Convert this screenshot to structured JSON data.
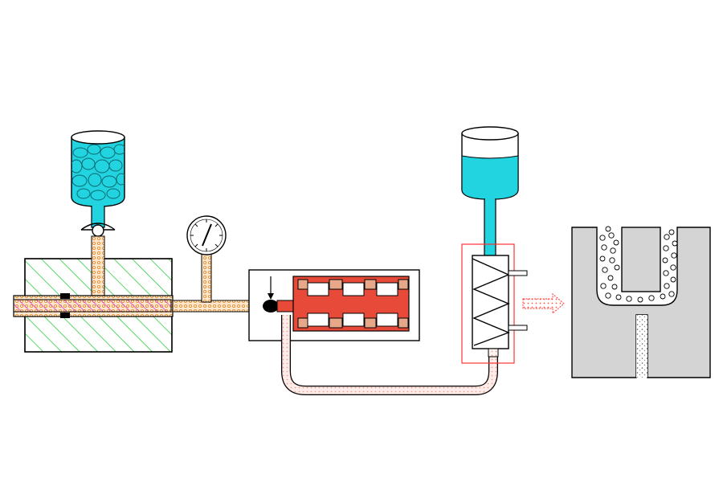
{
  "diagram": {
    "background": "#ffffff",
    "colors": {
      "outline": "#000000",
      "cyan_fluid": "#22d3e0",
      "hatch_green": "#2ecc40",
      "hatch_magenta": "#e040e0",
      "pipe_orange": "#f0a050",
      "red_block": "#e84a3a",
      "salmon_pad": "#e7a789",
      "hose_pink": "#f4c8c0",
      "housing_red": "#ff3333",
      "grey_panel": "#d0d0d0"
    },
    "components": [
      {
        "id": "particle-hopper",
        "icon": "beaker-with-particles"
      },
      {
        "id": "check-valve",
        "icon": "valve-ball"
      },
      {
        "id": "hatched-die-block",
        "icon": "hatched-block"
      },
      {
        "id": "pressure-gauge",
        "icon": "dial-gauge"
      },
      {
        "id": "manifold-block",
        "icon": "red-manifold"
      },
      {
        "id": "return-hose",
        "icon": "u-hose"
      },
      {
        "id": "liquid-reservoir",
        "icon": "beaker-with-liquid"
      },
      {
        "id": "screw-mixer",
        "icon": "screw-auger"
      },
      {
        "id": "flow-arrow",
        "icon": "dotted-arrow"
      },
      {
        "id": "mold-cross-section",
        "icon": "grey-mold"
      }
    ]
  }
}
